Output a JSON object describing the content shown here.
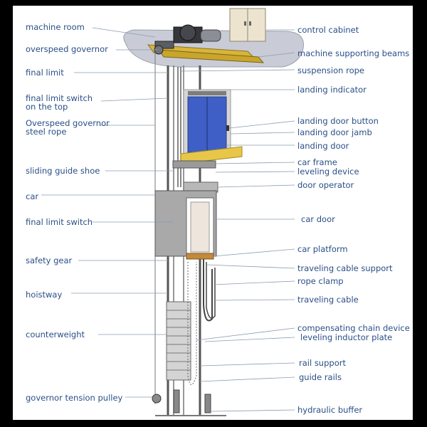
{
  "labels_left": {
    "machine_room": "machine room",
    "overspeed_governor": "overspeed governor",
    "final_limit": "final limit",
    "final_limit_switch_top_line1": "final limit switch",
    "final_limit_switch_top_line2": "on the top",
    "overspeed_governor_rope_line1": "Overspeed governor",
    "overspeed_governor_rope_line2": "steel rope",
    "sliding_guide_shoe": "sliding guide shoe",
    "car": "car",
    "final_limit_switch": "final limit switch",
    "safety_gear": "safety gear",
    "hoistway": "hoistway",
    "counterweight": "counterweight",
    "governor_tension_pulley": "governor tension pulley"
  },
  "labels_right": {
    "control_cabinet": "control cabinet",
    "machine_supporting_beams": "machine supporting beams",
    "suspension_rope": "suspension rope",
    "landing_indicator": "landing indicator",
    "landing_door_button": "landing door button",
    "landing_door_jamb": "landing door jamb",
    "landing_door": "landing door",
    "car_frame": "car frame",
    "leveling_device": "leveling device",
    "door_operator": "door operator",
    "car_door": "car door",
    "car_platform": "car platform",
    "traveling_cable_support": "traveling cable support",
    "rope_clamp": "rope clamp",
    "traveling_cable": "traveling cable",
    "compensating_chain_device": "compensating chain device",
    "leveling_inductor_plate": "leveling inductor plate",
    "rail_support": "rail support",
    "guide_rails": "guide rails",
    "hydraulic_buffer": "hydraulic buffer"
  },
  "colors": {
    "label_text": "#2a4f86",
    "leader_line": "#8a9bb0",
    "room_floor": "#c9ccd6",
    "landing_door": "#3f5fc7",
    "landing_sill": "#e7c64a",
    "car_body": "#a9a9a9",
    "rail": "#555555"
  }
}
